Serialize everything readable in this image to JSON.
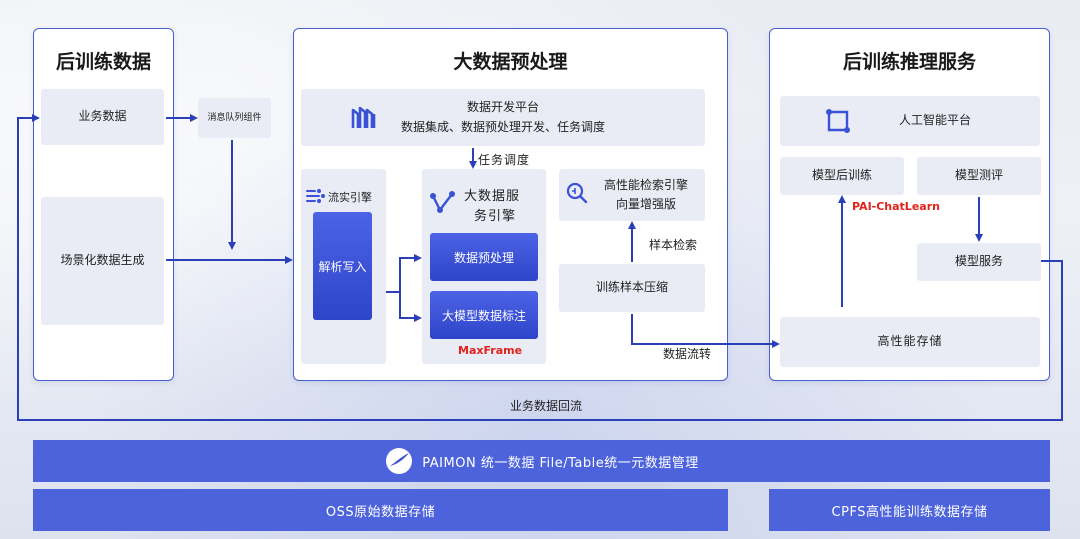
{
  "left_panel": {
    "title": "后训练数据",
    "business_data": "业务数据",
    "scenario_data": "场景化数据生成"
  },
  "mq_component": "消息队列组件",
  "middle_panel": {
    "title": "大数据预处理",
    "dev_platform": {
      "line1": "数据开发平台",
      "line2": "数据集成、数据预处理开发、任务调度"
    },
    "task_schedule": "任务调度",
    "stream_engine": {
      "label": "流实引擎",
      "parse_write": "解析写入"
    },
    "bigdata_engine": {
      "line1": "大数据服",
      "line2": "务引擎",
      "preprocess": "数据预处理",
      "annotation": "大模型数据标注",
      "maxframe": "MaxFrame"
    },
    "search_engine": {
      "line1": "高性能检索引擎",
      "line2": "向量增强版"
    },
    "sample_retrieval": "样本检索",
    "compression": "训练样本压缩",
    "data_flow": "数据流转"
  },
  "right_panel": {
    "title": "后训练推理服务",
    "ai_platform": "人工智能平台",
    "post_training": "模型后训练",
    "evaluation": "模型测评",
    "chatlearn": "PAI-ChatLearn",
    "model_service": "模型服务",
    "storage": "高性能存储"
  },
  "loop_label": "业务数据回流",
  "paimon_band": "PAIMON 统一数据 File/Table统一元数据管理",
  "oss_band": "OSS原始数据存储",
  "cpfs_band": "CPFS高性能训练数据存储",
  "colors": {
    "accent": "#4d63dc",
    "line": "#2b3fb8",
    "red": "#e0231b"
  }
}
